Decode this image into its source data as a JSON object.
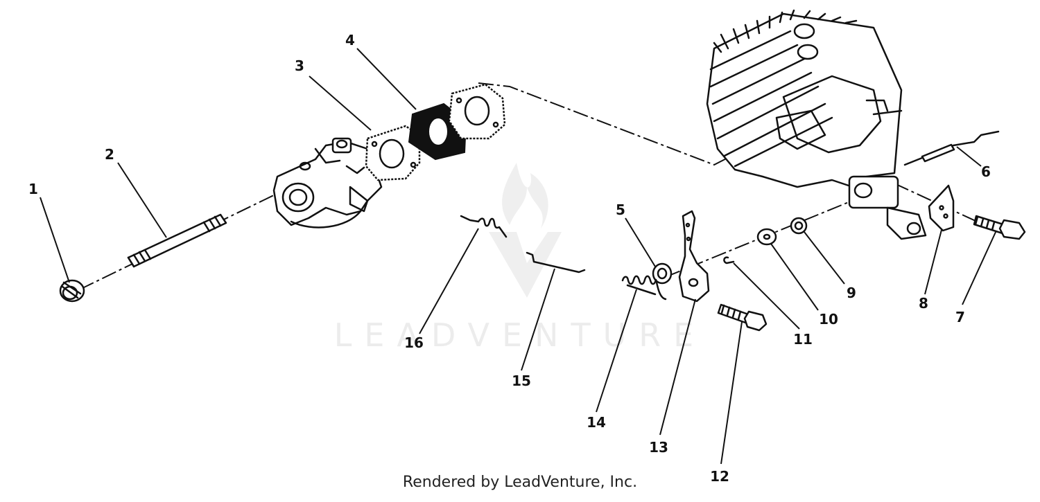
{
  "watermark": {
    "text": "LEADVENTURE"
  },
  "credit": "Rendered by LeadVenture, Inc.",
  "callouts": [
    {
      "label": "1"
    },
    {
      "label": "2"
    },
    {
      "label": "3"
    },
    {
      "label": "4"
    },
    {
      "label": "5"
    },
    {
      "label": "6"
    },
    {
      "label": "7"
    },
    {
      "label": "8"
    },
    {
      "label": "9"
    },
    {
      "label": "10"
    },
    {
      "label": "11"
    },
    {
      "label": "12"
    },
    {
      "label": "13"
    },
    {
      "label": "14"
    },
    {
      "label": "15"
    },
    {
      "label": "16"
    }
  ]
}
